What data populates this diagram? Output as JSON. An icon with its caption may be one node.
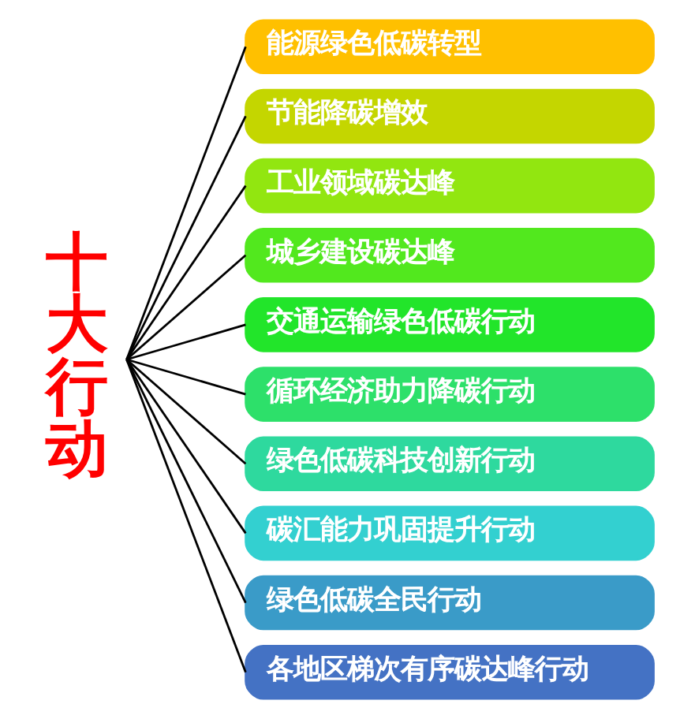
{
  "diagram": {
    "nodes": [
      {
        "text": [
          "十大行动"
        ]
      },
      {
        "text": [
          "能源绿色低碳转型"
        ]
      },
      {
        "text": [
          "节能降碳增效"
        ]
      },
      {
        "text": [
          "工业领域碳达峰"
        ]
      },
      {
        "text": [
          "城乡建设碳达峰"
        ]
      },
      {
        "text": [
          "交通运输绿色低碳行动"
        ]
      },
      {
        "text": [
          "循环经济助力降碳行动"
        ]
      },
      {
        "text": [
          "绿色低碳科技创新行动"
        ]
      },
      {
        "text": [
          "碳汇能力巩固提升行动"
        ]
      },
      {
        "text": [
          "绿色低碳全民行动"
        ]
      },
      {
        "text": [
          "各地区梯次有序碳达峰行动"
        ]
      }
    ],
    "edges": [
      {
        "from": 0,
        "to": 1,
        "arrow": "none"
      },
      {
        "from": 0,
        "to": 2,
        "arrow": "none"
      },
      {
        "from": 0,
        "to": 3,
        "arrow": "none"
      },
      {
        "from": 0,
        "to": 4,
        "arrow": "none"
      },
      {
        "from": 0,
        "to": 5,
        "arrow": "none"
      },
      {
        "from": 0,
        "to": 6,
        "arrow": "none"
      },
      {
        "from": 0,
        "to": 7,
        "arrow": "none"
      },
      {
        "from": 0,
        "to": 8,
        "arrow": "none"
      },
      {
        "from": 0,
        "to": 9,
        "arrow": "none"
      },
      {
        "from": 0,
        "to": 10,
        "arrow": "none"
      }
    ]
  }
}
